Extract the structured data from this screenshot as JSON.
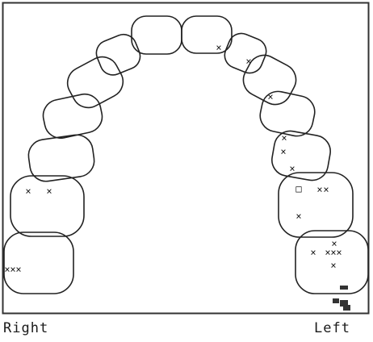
{
  "diagram": {
    "side_labels": {
      "right": "Right",
      "left": "Left"
    },
    "teeth": [
      {
        "id": "central-incisor-right"
      },
      {
        "id": "central-incisor-left"
      },
      {
        "id": "lateral-incisor-right"
      },
      {
        "id": "lateral-incisor-left"
      },
      {
        "id": "canine-right"
      },
      {
        "id": "canine-left"
      },
      {
        "id": "first-premolar-right"
      },
      {
        "id": "first-premolar-left"
      },
      {
        "id": "second-premolar-right"
      },
      {
        "id": "second-premolar-left"
      },
      {
        "id": "first-molar-right"
      },
      {
        "id": "first-molar-left"
      },
      {
        "id": "second-molar-right"
      },
      {
        "id": "second-molar-left"
      }
    ],
    "marker_symbols": {
      "cross": "×",
      "square": "□"
    },
    "colors": {
      "outline": "#222222",
      "frame": "#333333",
      "text": "#1a1a1a",
      "background": "#ffffff"
    }
  }
}
